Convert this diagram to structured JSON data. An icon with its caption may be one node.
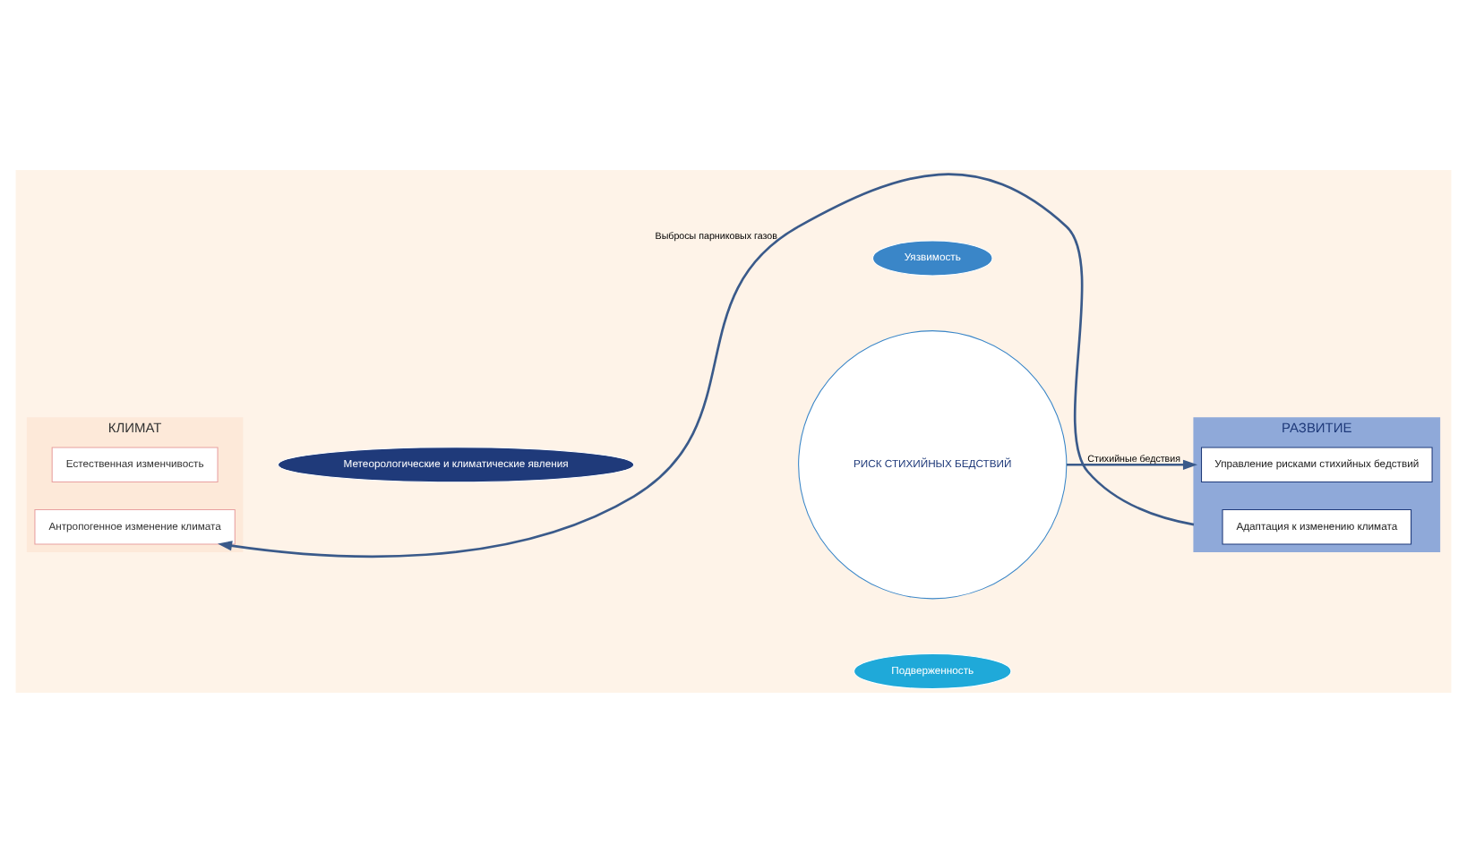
{
  "diagram": {
    "nodes": [
      {
        "text": [
          "КЛИМАТ"
        ]
      },
      {
        "text": [
          "Естественная изменчивость"
        ],
        "in": 0
      },
      {
        "text": [
          "Антропогенное изменение климата"
        ],
        "in": 0
      },
      {
        "text": [
          "Метеорологические и климатические явления"
        ]
      },
      {
        "text": [
          "Уязвимость"
        ]
      },
      {
        "text": [
          "РИСК СТИХИЙНЫХ БЕДСТВИЙ"
        ]
      },
      {
        "text": [
          "Подверженность"
        ]
      },
      {
        "text": [
          "РАЗВИТИЕ"
        ]
      },
      {
        "text": [
          "Управление рисками стихийных бедствий"
        ],
        "in": 7
      },
      {
        "text": [
          "Адаптация к изменению климата"
        ],
        "in": 7
      }
    ],
    "edges": [
      {
        "from": 5,
        "to": 7,
        "label": "Стихийные бедствия",
        "arrow": "to"
      },
      {
        "from": 7,
        "to": 2,
        "label": "Выбросы парниковых газов",
        "arrow": "to"
      }
    ]
  }
}
